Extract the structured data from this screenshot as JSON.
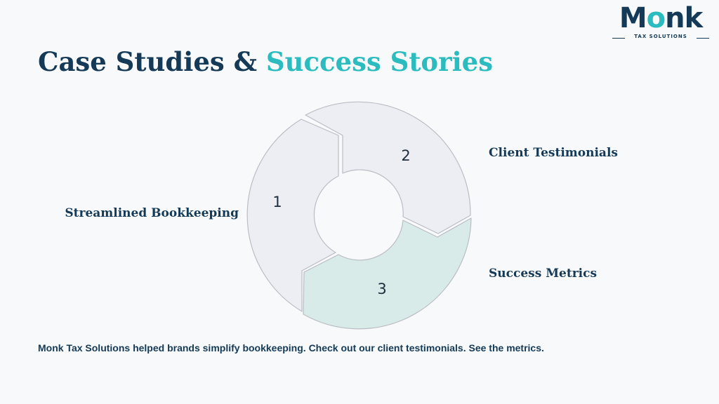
{
  "header": {
    "title_main": "Case Studies & ",
    "title_accent": "Success Stories"
  },
  "logo": {
    "word_prefix": "M",
    "word_o": "o",
    "word_suffix": "nk",
    "tagline": "TAX SOLUTIONS"
  },
  "colors": {
    "title": "#143a57",
    "accent": "#2bbcbf",
    "logo_orange": "#f27b3a",
    "segment_gray": "#eceef3",
    "segment_green": "#d9ebe8"
  },
  "diagram": {
    "segments": [
      {
        "number": "1",
        "label": "Streamlined Bookkeeping"
      },
      {
        "number": "2",
        "label": "Client Testimonials"
      },
      {
        "number": "3",
        "label": "Success Metrics"
      }
    ]
  },
  "footer": {
    "caption": "Monk Tax Solutions helped brands simplify bookkeeping. Check out our client testimonials. See the metrics."
  }
}
